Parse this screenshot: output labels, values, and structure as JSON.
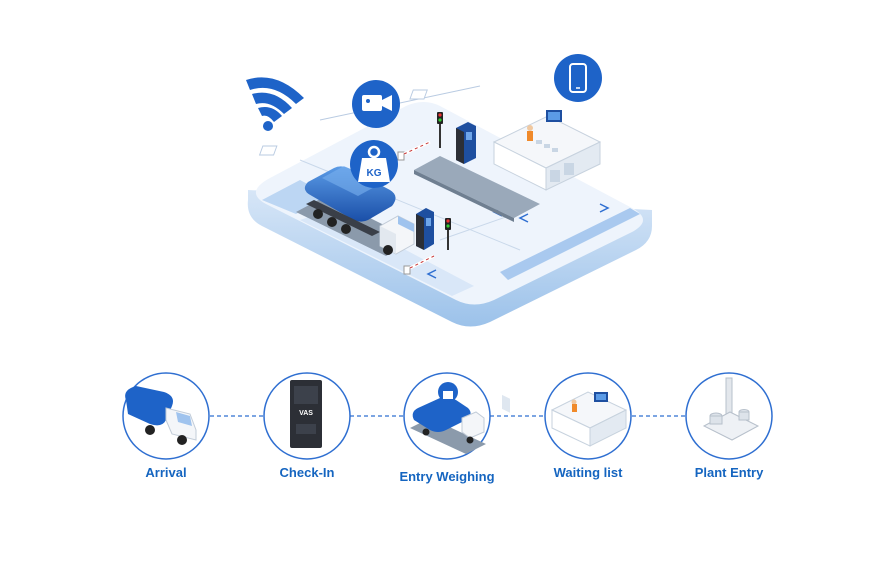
{
  "colors": {
    "brand_blue": "#1e63c8",
    "light_blue": "#bcd6f3",
    "pale_blue": "#e6f0fb",
    "label_blue": "#1565c0",
    "connector": "#2f6fd1"
  },
  "scene": {
    "scale_icon_text": "KG",
    "kiosk_brand": "VAS",
    "icons": [
      "wifi-icon",
      "camera-icon",
      "scale-weight-icon",
      "smartphone-icon"
    ]
  },
  "process": {
    "steps": [
      {
        "label": "Arrival",
        "icon": "truck-icon"
      },
      {
        "label": "Check-In",
        "icon": "kiosk-icon"
      },
      {
        "label": "Entry Weighing",
        "icon": "weighbridge-icon"
      },
      {
        "label": "Waiting list",
        "icon": "waiting-room-icon"
      },
      {
        "label": "Plant Entry",
        "icon": "plant-icon"
      }
    ]
  }
}
